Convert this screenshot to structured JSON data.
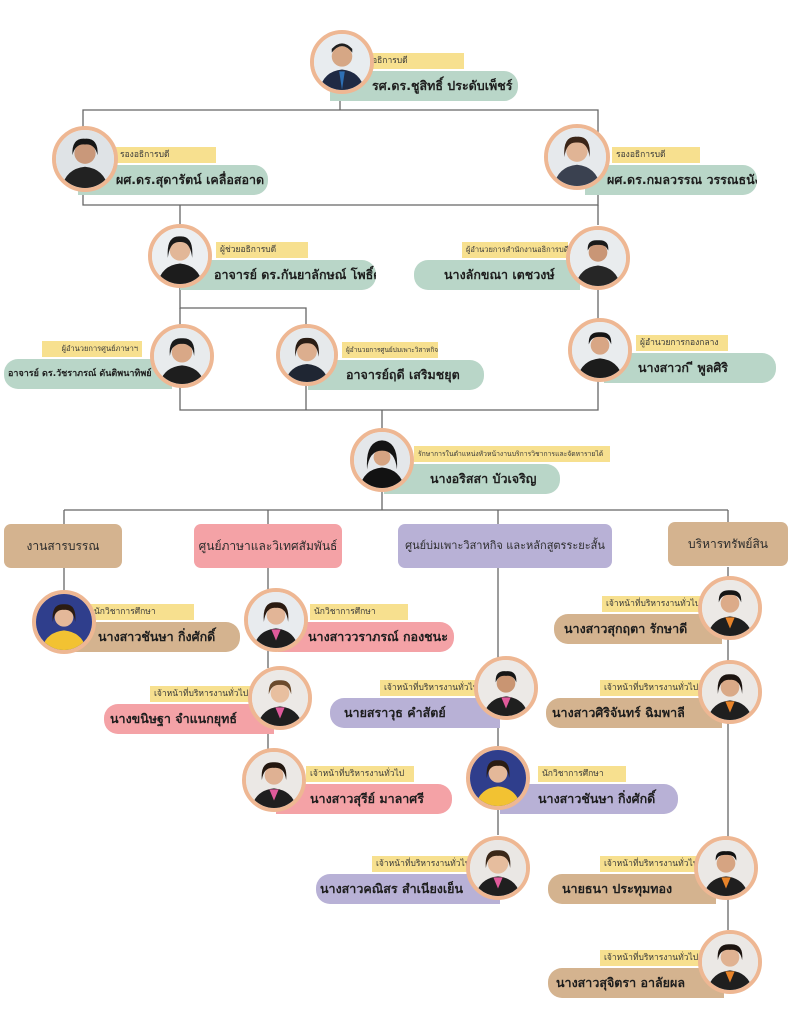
{
  "colors": {
    "line": "#666666",
    "photo_border": "#eeb793",
    "title_yellow": "#f7e08f",
    "green": "#b9d6c8",
    "pink": "#f4a2a6",
    "lilac": "#b8b1d6",
    "tan": "#d4b38f"
  },
  "people": {
    "president": {
      "title": "อธิการบดี",
      "name": "รศ.ดร.ชูสิทธิ์ ประดับเพ็ชร์"
    },
    "vp_left": {
      "title": "รองอธิการบดี",
      "name": "ผศ.ดร.สุดารัตน์ เคลื่อสอาด"
    },
    "vp_right": {
      "title": "รองอธิการบดี",
      "name": "ผศ.ดร.กมลวรรณ วรรณธนัง"
    },
    "assistant": {
      "title": "ผู้ช่วยอธิการบดี",
      "name": "อาจารย์ ดร.กันยาลักษณ์ โพธิ์ดง"
    },
    "office_dir": {
      "title": "ผู้อำนวยการสำนักงานอธิการบดี",
      "name": "นางลักขณา เตชวงษ์"
    },
    "lang_dir": {
      "title": "ผู้อำนวยการศูนย์ภาษาฯ",
      "name": "อาจารย์ ดร.วัชราภรณ์ ดันติพนาทิพย์"
    },
    "biz_dir": {
      "title": "ผู้อำนวยการศูนย์บ่มเพาะวิสาหกิจ",
      "name": "อาจารย์ฤดี เสริมชยุต"
    },
    "central_dir": {
      "title": "ผู้อำนวยการกองกลาง",
      "name": "นางสาวก ี พูลศิริ"
    },
    "head": {
      "title": "รักษาการในตำแหน่งหัวหน้างานบริการวิชาการและจัดหารายได้",
      "name": "นางอริสสา บัวเจริญ"
    },
    "sarabun1": {
      "title": "นักวิชาการศึกษา",
      "name": "นางสาวชันษา กิ่งศักดิ์"
    },
    "lang1": {
      "title": "นักวิชาการศึกษา",
      "name": "นางสาววราภรณ์ กองชนะ"
    },
    "lang2": {
      "title": "เจ้าหน้าที่บริหารงานทั่วไป",
      "name": "นางขนิษฐา จำแนกยุทธ์"
    },
    "lang3": {
      "title": "เจ้าหน้าที่บริหารงานทั่วไป",
      "name": "นางสาวสุรีย์ มาลาศรี"
    },
    "biz1": {
      "title": "เจ้าหน้าที่บริหารงานทั่วไป",
      "name": "นายสราวุธ คำสัตย์"
    },
    "biz2": {
      "title": "นักวิชาการศึกษา",
      "name": "นางสาวชันษา กิ่งศักดิ์"
    },
    "biz3": {
      "title": "เจ้าหน้าที่บริหารงานทั่วไป",
      "name": "นางสาวคณิสร สำเนียงเย็น"
    },
    "asset1": {
      "title": "เจ้าหน้าที่บริหารงานทั่วไป",
      "name": "นางสาวสุกฤตา รักษาดี"
    },
    "asset2": {
      "title": "เจ้าหน้าที่บริหารงานทั่วไป",
      "name": "นางสาวศิริจันทร์ ฉิมพาลี"
    },
    "asset3": {
      "title": "เจ้าหน้าที่บริหารงานทั่วไป",
      "name": "นายธนา ประทุมทอง"
    },
    "asset4": {
      "title": "เจ้าหน้าที่บริหารงานทั่วไป",
      "name": "นางสาวสุจิตรา อาลัยผล"
    }
  },
  "departments": {
    "sarabun": "งานสารบรรณ",
    "lang": "ศูนย์ภาษาและวิเทศสัมพันธ์",
    "biz": "ศูนย์บ่มเพาะวิสาหกิจ และหลักสูตรระยะสั้น",
    "asset": "บริหารทรัพย์สิน"
  }
}
